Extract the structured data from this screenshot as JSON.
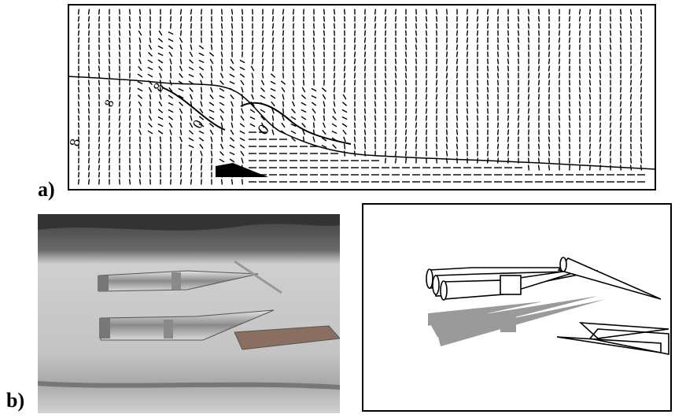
{
  "figure": {
    "panel_a": {
      "label": "a)",
      "annotations": [
        "8",
        "8",
        "8",
        "0",
        "0"
      ]
    },
    "panel_b": {
      "label": "b)"
    },
    "colors": {
      "ink": "#000000",
      "grey_fill": "#9a9a9a",
      "photo_bg": "#bdbdbd",
      "photo_dark": "#4a4a4a"
    }
  }
}
